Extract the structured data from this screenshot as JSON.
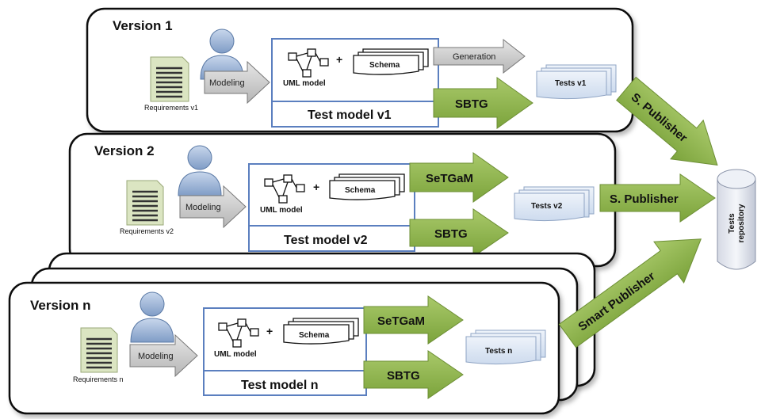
{
  "versions": [
    {
      "title": "Version 1",
      "requirements": "Requirements v1",
      "modeling": "Modeling",
      "uml": "UML model",
      "schema": "Schema",
      "test_model": "Test model  v1",
      "arrows": [
        "Generation",
        "SBTG"
      ],
      "tests": "Tests v1"
    },
    {
      "title": "Version 2",
      "requirements": "Requirements v2",
      "modeling": "Modeling",
      "uml": "UML model",
      "schema": "Schema",
      "test_model": "Test model  v2",
      "arrows": [
        "SeTGaM",
        "SBTG"
      ],
      "tests": "Tests v2"
    },
    {
      "title": "Version n",
      "requirements": "Requirements n",
      "modeling": "Modeling",
      "uml": "UML model",
      "schema": "Schema",
      "test_model": "Test model  n",
      "arrows": [
        "SeTGaM",
        "SBTG"
      ],
      "tests": "Tests n"
    }
  ],
  "plus": "+",
  "publishers": [
    "S. Publisher",
    "S. Publisher",
    "Smart Publisher"
  ],
  "repository": [
    "Tests",
    "repository"
  ],
  "colors": {
    "green_arrow": "#8db24b",
    "grey_arrow": "#c8c8c8",
    "test_model_border": "#5b7fbf",
    "document": "#dbe5c2",
    "person": "#9fb6d6",
    "tests_card": "#dce6f2"
  }
}
